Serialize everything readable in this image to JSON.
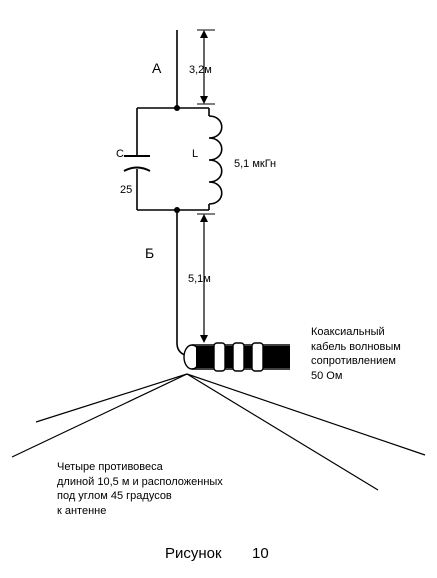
{
  "labels": {
    "section_a": "А",
    "section_b": "Б",
    "dim_top": "3,2м",
    "dim_bottom": "5,1м",
    "capacitor_letter": "C",
    "capacitor_value": "25",
    "inductor_letter": "L",
    "inductor_value": "5,1 мкГн"
  },
  "cable_note": [
    "Коаксиальный",
    "кабель волновым",
    "сопротивлением",
    "50 Ом"
  ],
  "radials_note": [
    "Четыре противовеса",
    "длиной 10,5 м и расположенных",
    "под углом 45 градусов",
    "к антенне"
  ],
  "caption": {
    "word": "Рисунок",
    "number": "10"
  }
}
